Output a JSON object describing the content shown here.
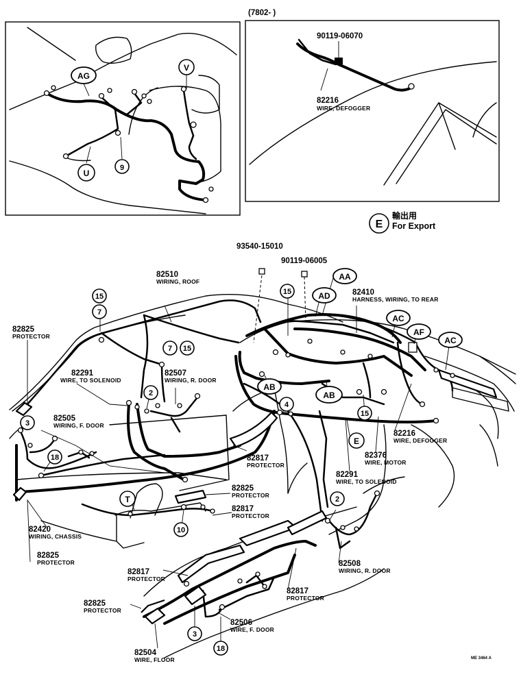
{
  "header": {
    "model_code": "(7802-         )"
  },
  "legend": {
    "symbol": "E",
    "jp": "輸出用",
    "en": "For Export"
  },
  "footer": {
    "code": "ME 3464 A"
  },
  "inset_rear": {
    "labels": [
      "AG",
      "V",
      "U",
      "9"
    ]
  },
  "inset_defogger": {
    "bolt": {
      "pn": "90119-06070"
    },
    "wire": {
      "pn": "82216",
      "name": "WIRE, DEFOGGER"
    }
  },
  "parts": {
    "p93540": {
      "pn": "93540-15010"
    },
    "p90119": {
      "pn": "90119-06005"
    },
    "p82510": {
      "pn": "82510",
      "name": "WIRING, ROOF"
    },
    "p82410": {
      "pn": "82410",
      "name": "HARNESS, WIRING, TO REAR"
    },
    "p82825a": {
      "pn": "82825",
      "name": "PROTECTOR"
    },
    "p82291a": {
      "pn": "82291",
      "name": "WIRE, TO SOLENOID"
    },
    "p82507": {
      "pn": "82507",
      "name": "WIRING, R. DOOR"
    },
    "p82505": {
      "pn": "82505",
      "name": "WIRING, F. DOOR"
    },
    "p82216": {
      "pn": "82216",
      "name": "WIRE, DEFOGGER"
    },
    "p82376": {
      "pn": "82376",
      "name": "WIRE, MOTOR"
    },
    "p82817a": {
      "pn": "82817",
      "name": "PROTECTOR"
    },
    "p82291b": {
      "pn": "82291",
      "name": "WIRE, TO SOLENOID"
    },
    "p82825b": {
      "pn": "82825",
      "name": "PROTECTOR"
    },
    "p82817b": {
      "pn": "82817",
      "name": "PROTECTOR"
    },
    "p82420": {
      "pn": "82420",
      "name": "WIRING, CHASSIS"
    },
    "p82825c": {
      "pn": "82825",
      "name": "PROTECTOR"
    },
    "p82817c": {
      "pn": "82817",
      "name": "PROTECTOR"
    },
    "p82508": {
      "pn": "82508",
      "name": "WIRING, R. DOOR"
    },
    "p82817d": {
      "pn": "82817",
      "name": "PROTECTOR"
    },
    "p82825d": {
      "pn": "82825",
      "name": "PROTECTOR"
    },
    "p82506": {
      "pn": "82506",
      "name": "WIRE, F. DOOR"
    },
    "p82504": {
      "pn": "82504",
      "name": "WIRE, FLOOR"
    }
  },
  "refs": {
    "AA": "AA",
    "AD": "AD",
    "AC1": "AC",
    "AF": "AF",
    "AC2": "AC",
    "AB1": "AB",
    "AB2": "AB",
    "E": "E",
    "T": "T",
    "n15a": "15",
    "n7a": "7",
    "n7b": "7",
    "n15b": "15",
    "n15c": "15",
    "n15d": "15",
    "n2a": "2",
    "n3a": "3",
    "n18a": "18",
    "n4": "4",
    "n10": "10",
    "n2b": "2",
    "n3b": "3",
    "n18b": "18"
  }
}
